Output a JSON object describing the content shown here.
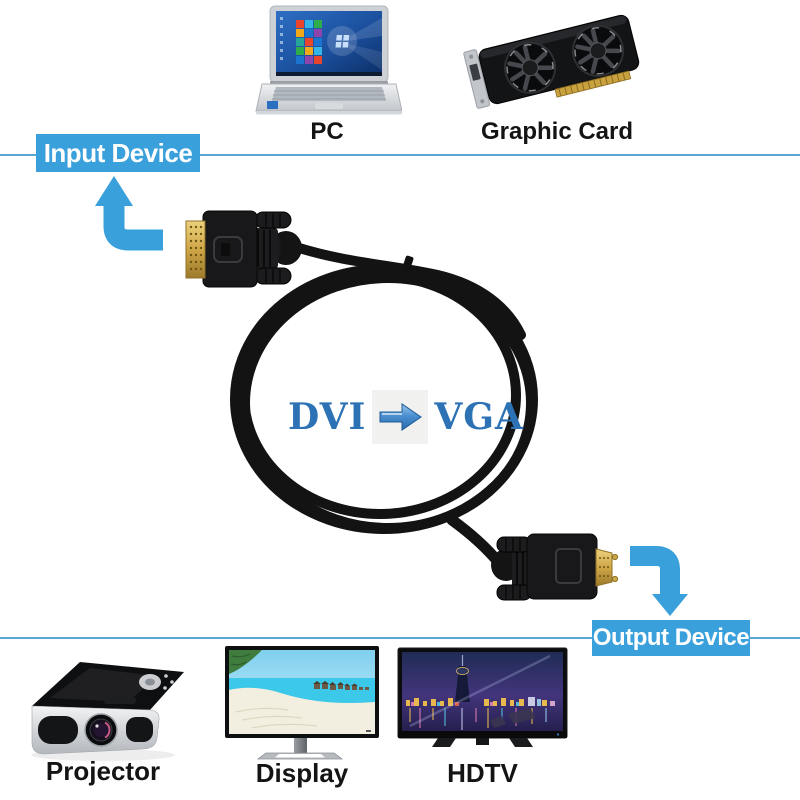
{
  "callouts": {
    "input": "Input Device",
    "output": "Output Device"
  },
  "devices": {
    "top": [
      {
        "id": "pc",
        "label": "PC",
        "icon": "laptop-icon"
      },
      {
        "id": "graphic-card",
        "label": "Graphic Card",
        "icon": "gpu-icon"
      }
    ],
    "bottom": [
      {
        "id": "projector",
        "label": "Projector",
        "icon": "projector-icon"
      },
      {
        "id": "display",
        "label": "Display",
        "icon": "monitor-icon"
      },
      {
        "id": "hdtv",
        "label": "HDTV",
        "icon": "tv-icon"
      }
    ]
  },
  "logo": {
    "source": "DVI",
    "target": "VGA",
    "arrow": "right-arrow-icon"
  },
  "cable": {
    "from_connector": "DVI male",
    "to_connector": "VGA male",
    "color": "#131313"
  },
  "colors": {
    "accent_blue": "#3aa0dc",
    "line_blue": "#5aa7d4",
    "logo_blue": "#2d72b4",
    "arrow_icon_blue": "#3a80c4",
    "gold": "#d2a945",
    "background": "#ffffff"
  }
}
